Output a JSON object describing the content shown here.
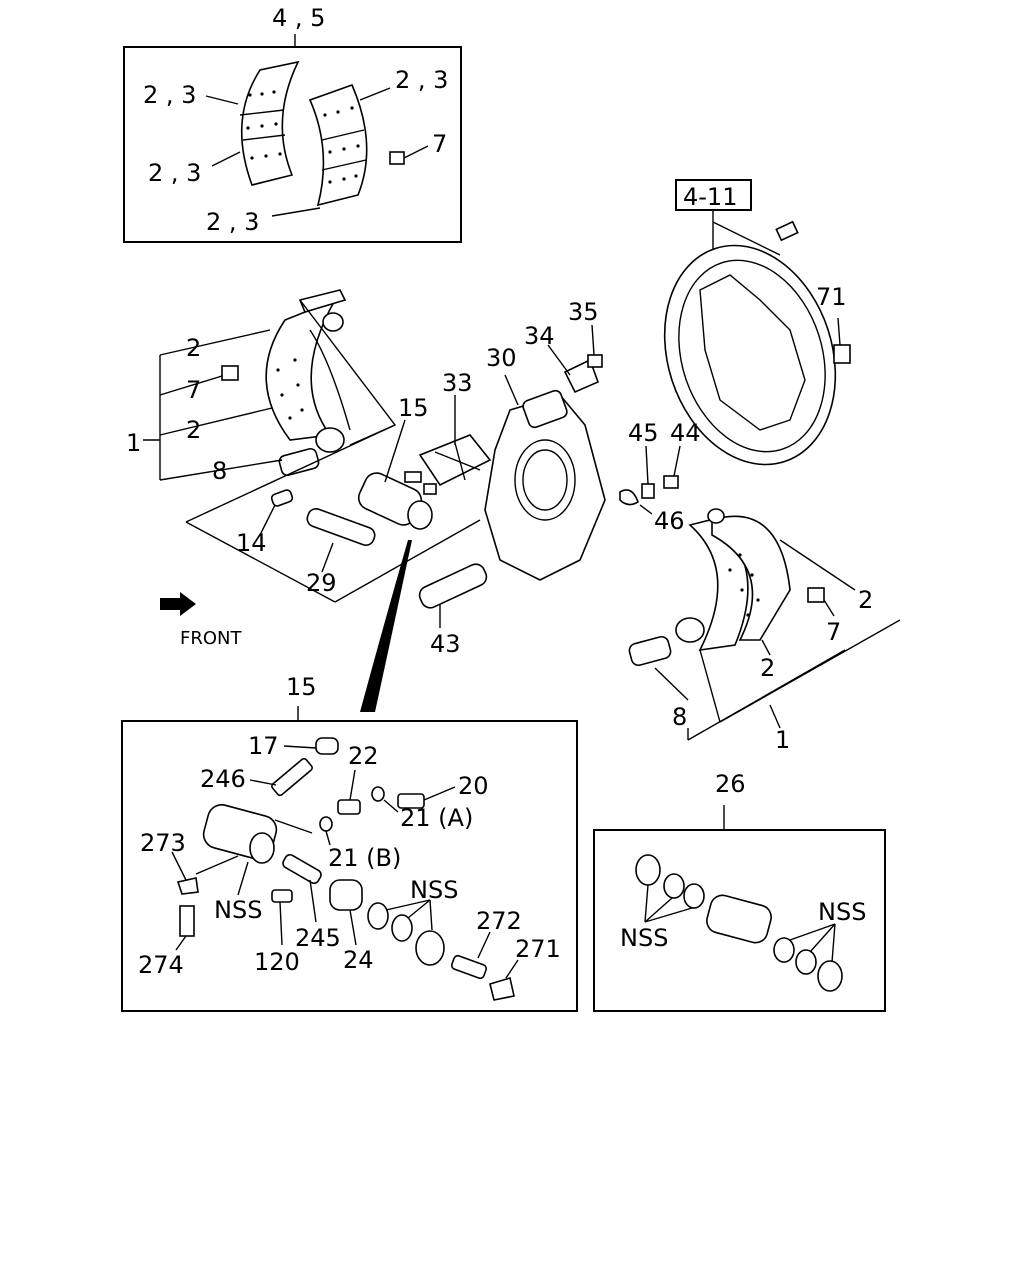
{
  "labels": {
    "top_group": "4 , 5",
    "lining_a1": "2 , 3",
    "lining_a2": "2 , 3",
    "lining_b1": "2 , 3",
    "lining_b2": "2 , 3",
    "rivet_top": "7",
    "assy_ref": "4-11",
    "bolt_71": "71",
    "shoe_2a": "2",
    "rivet_7a": "7",
    "shoe_2b": "2",
    "shoe_assy_1a": "1",
    "roller_8a": "8",
    "wheel_cyl": "15",
    "bracket_30": "30",
    "part_33": "33",
    "part_34": "34",
    "part_35": "35",
    "part_45": "45",
    "part_44": "44",
    "part_46": "46",
    "pin_14": "14",
    "spring_29": "29",
    "pin_43": "43",
    "front": "FRONT",
    "shoe_2c": "2",
    "rivet_7b": "7",
    "shoe_2d": "2",
    "roller_8b": "8",
    "shoe_assy_1b": "1",
    "detail_15": "15",
    "d_17": "17",
    "d_22": "22",
    "d_246": "246",
    "d_20": "20",
    "d_21a": "21 (A)",
    "d_273": "273",
    "d_21b": "21 (B)",
    "d_nss1": "NSS",
    "d_nss2": "NSS",
    "d_272": "272",
    "d_271": "271",
    "d_274": "274",
    "d_120": "120",
    "d_245": "245",
    "d_24": "24",
    "kit_26": "26",
    "kit_nss1": "NSS",
    "kit_nss2": "NSS"
  }
}
